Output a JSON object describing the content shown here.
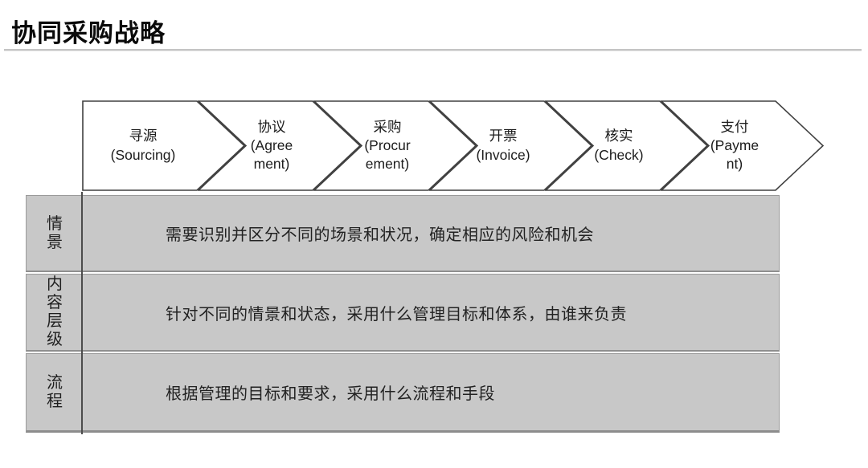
{
  "slide": {
    "title": "协同采购战略"
  },
  "process": {
    "steps": [
      {
        "zh": "寻源",
        "en": "(Sourcing)"
      },
      {
        "zh": "协议",
        "en": "(Agree\nment)"
      },
      {
        "zh": "采购",
        "en": "(Procur\nement)"
      },
      {
        "zh": "开票",
        "en": "(Invoice)"
      },
      {
        "zh": "核实",
        "en": "(Check)"
      },
      {
        "zh": "支付",
        "en": "(Payme\nnt)"
      }
    ]
  },
  "matrix": {
    "rows": [
      {
        "label": "情景",
        "text": "需要识别并区分不同的场景和状况，确定相应的风险和机会"
      },
      {
        "label": "内容层级",
        "text": "针对不同的情景和状态，采用什么管理目标和体系，由谁来负责"
      },
      {
        "label": "流程",
        "text": "根据管理的目标和要求，采用什么流程和手段"
      }
    ]
  },
  "colors": {
    "row_fill": "#c8c8c8",
    "row_border": "#9a9a9a",
    "chevron_outline": "#404040",
    "divider": "#4d4d4d",
    "title_rule": "#c4c4c4"
  }
}
